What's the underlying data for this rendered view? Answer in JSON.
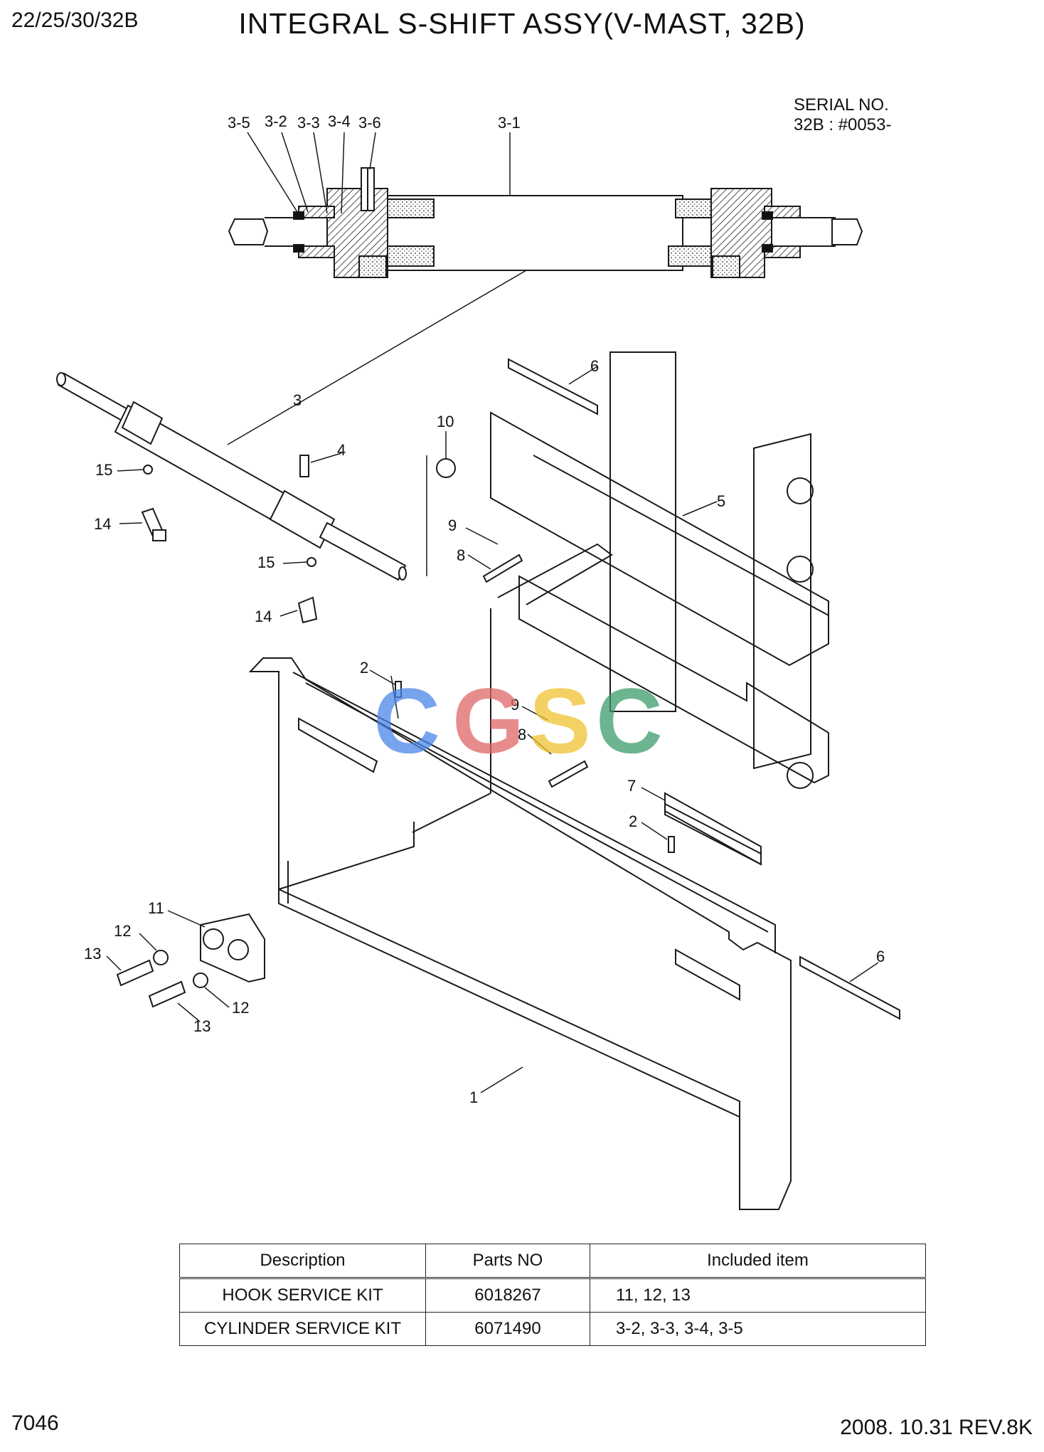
{
  "header": {
    "model": "22/25/30/32B",
    "title": "INTEGRAL S-SHIFT ASSY(V-MAST, 32B)",
    "serial_label": "SERIAL NO.",
    "serial_value": "32B : #0053-"
  },
  "callouts": {
    "c3_5": "3-5",
    "c3_2": "3-2",
    "c3_3": "3-3",
    "c3_4": "3-4",
    "c3_6": "3-6",
    "c3_1": "3-1",
    "c3": "3",
    "c4": "4",
    "c15a": "15",
    "c14a": "14",
    "c15b": "15",
    "c14b": "14",
    "c10": "10",
    "c6a": "6",
    "c5": "5",
    "c9a": "9",
    "c8a": "8",
    "c2a": "2",
    "c9b": "9",
    "c8b": "8",
    "c7": "7",
    "c2b": "2",
    "c11": "11",
    "c12a": "12",
    "c13a": "13",
    "c12b": "12",
    "c13b": "13",
    "c6b": "6",
    "c1": "1"
  },
  "watermark": {
    "letters": [
      "C",
      "G",
      "S",
      "C"
    ],
    "colors": [
      "#4a86e8",
      "#e06666",
      "#f1c232",
      "#3d9b6b"
    ]
  },
  "table": {
    "headers": [
      "Description",
      "Parts NO",
      "Included item"
    ],
    "rows": [
      [
        "HOOK SERVICE KIT",
        "6018267",
        "11, 12, 13"
      ],
      [
        "CYLINDER SERVICE KIT",
        "6071490",
        "3-2, 3-3, 3-4, 3-5"
      ]
    ]
  },
  "footer": {
    "page_number": "7046",
    "date_rev": "2008. 10.31  REV.8K"
  }
}
